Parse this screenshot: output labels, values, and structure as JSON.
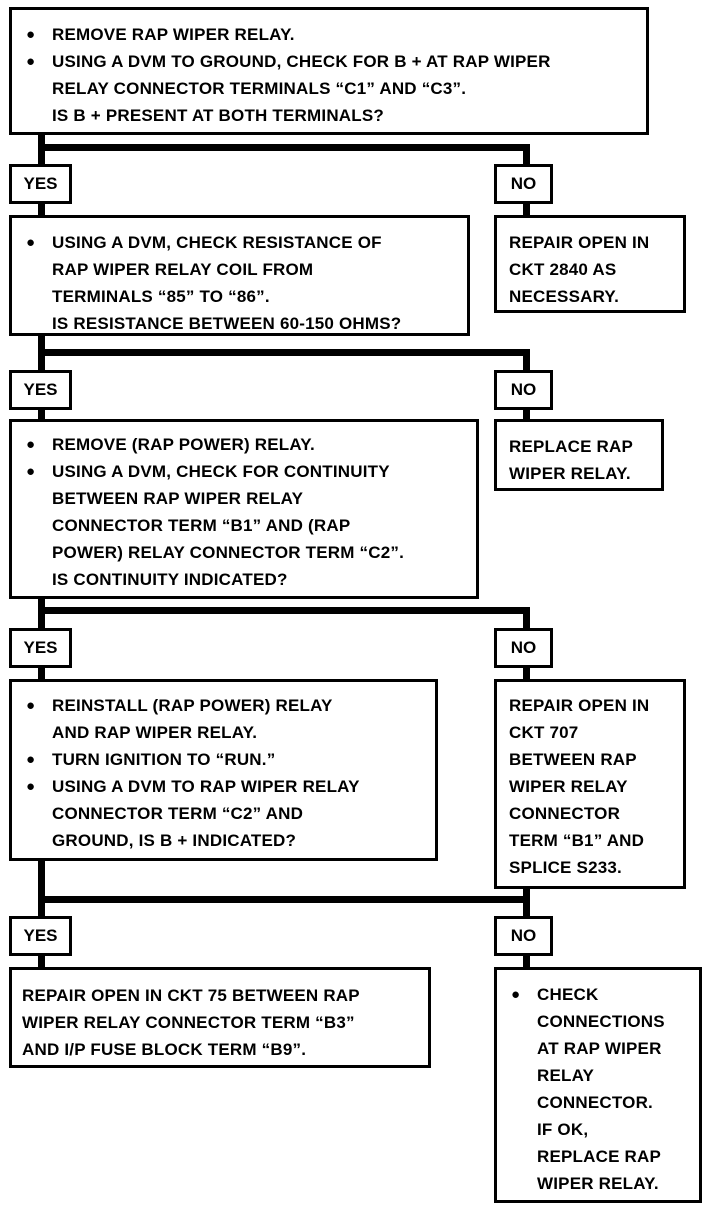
{
  "step1": {
    "items": [
      {
        "bullet": true,
        "text": "REMOVE RAP WIPER RELAY."
      },
      {
        "bullet": true,
        "text": "USING A DVM TO GROUND, CHECK FOR B + AT RAP WIPER"
      },
      {
        "bullet": false,
        "text": "RELAY CONNECTOR TERMINALS “C1” AND “C3”."
      },
      {
        "bullet": false,
        "text": "IS B + PRESENT AT BOTH TERMINALS?"
      }
    ]
  },
  "labels": {
    "yes": "YES",
    "no": "NO"
  },
  "step2": {
    "items": [
      {
        "bullet": true,
        "text": "USING A DVM, CHECK RESISTANCE OF"
      },
      {
        "bullet": false,
        "text": "RAP WIPER RELAY COIL FROM"
      },
      {
        "bullet": false,
        "text": "TERMINALS “85” TO “86”."
      },
      {
        "bullet": false,
        "text": "IS RESISTANCE BETWEEN 60-150 OHMS?"
      }
    ]
  },
  "result1": {
    "lines": [
      "REPAIR OPEN IN",
      "CKT 2840 AS",
      "NECESSARY."
    ]
  },
  "step3": {
    "items": [
      {
        "bullet": true,
        "text": "REMOVE (RAP POWER) RELAY."
      },
      {
        "bullet": true,
        "text": "USING A DVM, CHECK FOR CONTINUITY"
      },
      {
        "bullet": false,
        "text": "BETWEEN RAP WIPER RELAY"
      },
      {
        "bullet": false,
        "text": "CONNECTOR TERM “B1” AND (RAP"
      },
      {
        "bullet": false,
        "text": "POWER) RELAY CONNECTOR TERM “C2”."
      },
      {
        "bullet": false,
        "text": "IS CONTINUITY INDICATED?"
      }
    ]
  },
  "result2": {
    "lines": [
      "REPLACE RAP",
      "WIPER RELAY."
    ]
  },
  "step4": {
    "items": [
      {
        "bullet": true,
        "text": "REINSTALL (RAP POWER) RELAY"
      },
      {
        "bullet": false,
        "text": "AND RAP WIPER RELAY."
      },
      {
        "bullet": true,
        "text": "TURN IGNITION TO “RUN.”"
      },
      {
        "bullet": true,
        "text": "USING A DVM TO RAP WIPER RELAY"
      },
      {
        "bullet": false,
        "text": "CONNECTOR TERM “C2” AND"
      },
      {
        "bullet": false,
        "text": "GROUND, IS B + INDICATED?"
      }
    ]
  },
  "result3": {
    "lines": [
      "REPAIR OPEN IN",
      "CKT 707",
      "BETWEEN RAP",
      "WIPER RELAY",
      "CONNECTOR",
      "TERM “B1” AND",
      "SPLICE S233."
    ]
  },
  "result4": {
    "lines": [
      "REPAIR OPEN IN CKT 75 BETWEEN RAP",
      "WIPER RELAY CONNECTOR TERM “B3”",
      "AND I/P FUSE BLOCK TERM “B9”."
    ]
  },
  "result5": {
    "items": [
      {
        "bullet": true,
        "text": "CHECK"
      },
      {
        "bullet": false,
        "text": "CONNECTIONS"
      },
      {
        "bullet": false,
        "text": "AT RAP WIPER"
      },
      {
        "bullet": false,
        "text": "RELAY"
      },
      {
        "bullet": false,
        "text": "CONNECTOR."
      },
      {
        "bullet": false,
        "text": "IF OK,"
      },
      {
        "bullet": false,
        "text": "REPLACE RAP"
      },
      {
        "bullet": false,
        "text": "WIPER RELAY."
      }
    ]
  }
}
